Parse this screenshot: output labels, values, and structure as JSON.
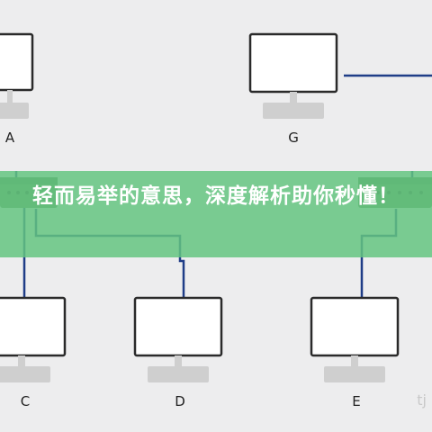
{
  "nodes": {
    "a": "A",
    "g": "G",
    "c": "C",
    "d": "D",
    "e": "E"
  },
  "banner": {
    "text": "轻而易举的意思，深度解析助你秒懂！"
  },
  "watermark": "tj",
  "colors": {
    "background": "#ededee",
    "monitor_frame": "#2a2a2a",
    "cable": "#1f3d87",
    "switch": "#5f8f5a",
    "banner": "#64c480",
    "banner_text": "#ffffff"
  }
}
